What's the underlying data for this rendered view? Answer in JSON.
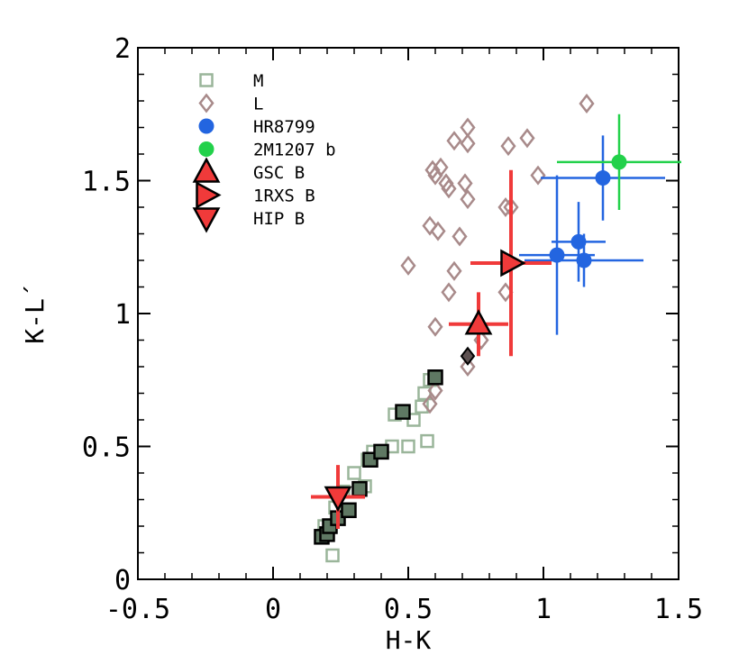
{
  "chart_data": {
    "type": "scatter",
    "xlabel": "H-K",
    "ylabel": "K-L´",
    "xlim": [
      -0.5,
      1.5
    ],
    "ylim": [
      0,
      2
    ],
    "x_ticks": [
      -0.5,
      0,
      0.5,
      1,
      1.5
    ],
    "x_tick_labels": [
      "-0.5",
      "0",
      "0.5",
      "1",
      "1.5"
    ],
    "y_ticks": [
      0,
      0.5,
      1,
      1.5,
      2
    ],
    "y_tick_labels": [
      "0",
      "0.5",
      "1",
      "1.5",
      "2"
    ],
    "legend_position": "top-left",
    "series": [
      {
        "name": "M",
        "marker": "square-open",
        "color": "#9ab59a",
        "points": [
          [
            0.22,
            0.09
          ],
          [
            0.19,
            0.2
          ],
          [
            0.23,
            0.27
          ],
          [
            0.26,
            0.33
          ],
          [
            0.34,
            0.35
          ],
          [
            0.3,
            0.4
          ],
          [
            0.35,
            0.45
          ],
          [
            0.37,
            0.48
          ],
          [
            0.44,
            0.5
          ],
          [
            0.5,
            0.5
          ],
          [
            0.57,
            0.52
          ],
          [
            0.52,
            0.6
          ],
          [
            0.55,
            0.65
          ],
          [
            0.56,
            0.7
          ],
          [
            0.58,
            0.75
          ],
          [
            0.45,
            0.62
          ]
        ]
      },
      {
        "name": "L",
        "marker": "diamond-open",
        "color": "#a88a8a",
        "points": [
          [
            0.58,
            0.66
          ],
          [
            0.6,
            0.71
          ],
          [
            0.72,
            0.8
          ],
          [
            0.6,
            0.95
          ],
          [
            0.77,
            0.9
          ],
          [
            0.65,
            1.08
          ],
          [
            0.67,
            1.16
          ],
          [
            0.5,
            1.18
          ],
          [
            0.58,
            1.33
          ],
          [
            0.61,
            1.31
          ],
          [
            0.69,
            1.29
          ],
          [
            0.59,
            1.54
          ],
          [
            0.62,
            1.55
          ],
          [
            0.6,
            1.52
          ],
          [
            0.64,
            1.49
          ],
          [
            0.65,
            1.47
          ],
          [
            0.71,
            1.49
          ],
          [
            0.72,
            1.43
          ],
          [
            0.67,
            1.65
          ],
          [
            0.72,
            1.64
          ],
          [
            0.72,
            1.7
          ],
          [
            0.87,
            1.63
          ],
          [
            0.94,
            1.66
          ],
          [
            0.98,
            1.52
          ],
          [
            0.86,
            1.4
          ],
          [
            0.88,
            1.4
          ],
          [
            0.86,
            1.08
          ],
          [
            1.16,
            1.79
          ]
        ]
      },
      {
        "name": "",
        "marker": "square-filled",
        "color": "#5f7863",
        "points": [
          [
            0.18,
            0.16
          ],
          [
            0.2,
            0.17
          ],
          [
            0.21,
            0.2
          ],
          [
            0.24,
            0.23
          ],
          [
            0.28,
            0.26
          ],
          [
            0.32,
            0.34
          ],
          [
            0.36,
            0.45
          ],
          [
            0.4,
            0.48
          ],
          [
            0.48,
            0.63
          ],
          [
            0.6,
            0.76
          ]
        ]
      },
      {
        "name": "",
        "marker": "diamond-filled",
        "color": "#5e5252",
        "points": [
          [
            0.72,
            0.84
          ]
        ]
      },
      {
        "name": "HR8799",
        "marker": "circle-filled",
        "color": "#2365e0",
        "points": [
          {
            "x": 1.05,
            "y": 1.22,
            "xerr": 0.14,
            "yerr": 0.3
          },
          {
            "x": 1.13,
            "y": 1.27,
            "xerr": 0.1,
            "yerr": 0.15
          },
          {
            "x": 1.15,
            "y": 1.2,
            "xerr": 0.22,
            "yerr": 0.1
          },
          {
            "x": 1.22,
            "y": 1.51,
            "xerr": 0.23,
            "yerr": 0.16
          }
        ]
      },
      {
        "name": "2M1207 b",
        "marker": "circle-filled",
        "color": "#22d14a",
        "points": [
          {
            "x": 1.28,
            "y": 1.57,
            "xerr": 0.23,
            "yerr": 0.18
          }
        ]
      },
      {
        "name": "GSC B",
        "marker": "triangle-up",
        "color": "#f03a3a",
        "points": [
          {
            "x": 0.76,
            "y": 0.96,
            "xerr": 0.11,
            "yerr": 0.12
          }
        ]
      },
      {
        "name": "1RXS B",
        "marker": "triangle-right",
        "color": "#f03a3a",
        "points": [
          {
            "x": 0.88,
            "y": 1.19,
            "xerr": 0.15,
            "yerr": 0.35
          }
        ]
      },
      {
        "name": "HIP B",
        "marker": "triangle-down",
        "color": "#f03a3a",
        "points": [
          {
            "x": 0.24,
            "y": 0.31,
            "xerr": 0.1,
            "yerr": 0.12
          }
        ]
      }
    ]
  }
}
